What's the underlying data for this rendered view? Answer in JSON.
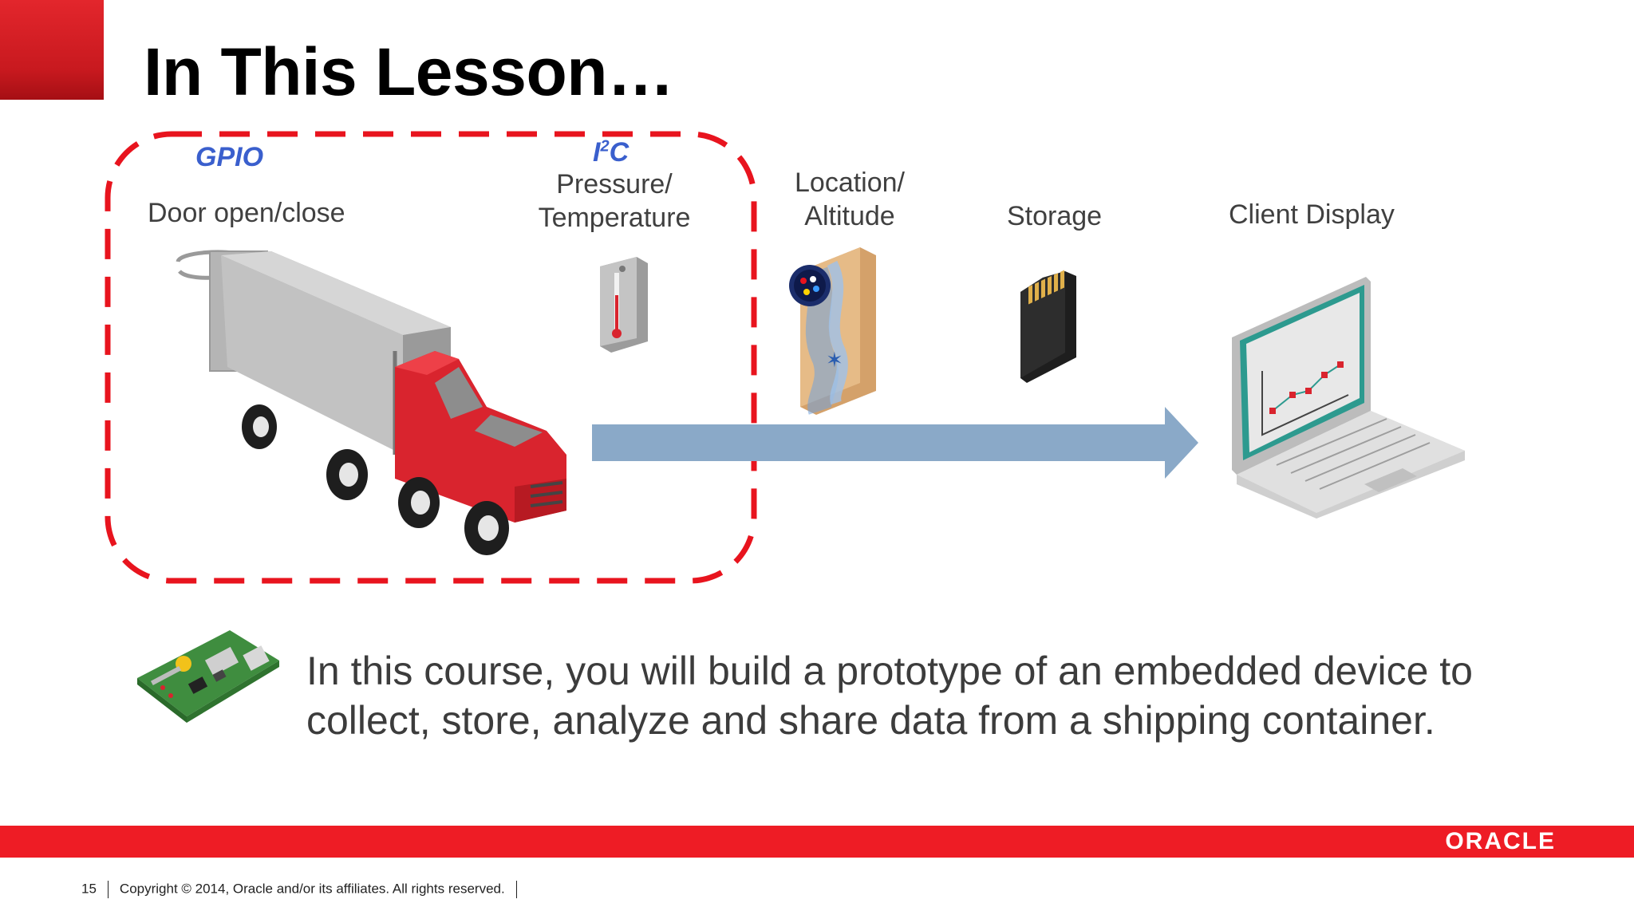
{
  "slide": {
    "title": "In This Lesson…",
    "protocols": {
      "gpio": "GPIO",
      "i2c_main": "I",
      "i2c_sup": "2",
      "i2c_rest": "C"
    },
    "labels": {
      "door": "Door open/close",
      "pressure": "Pressure/",
      "temperature": "Temperature",
      "location": "Location/",
      "altitude": "Altitude",
      "storage": "Storage",
      "client": "Client Display"
    },
    "course_line1": "In this course, you will build a prototype of an embedded device to",
    "course_line2": "collect, store, analyze and share data from a shipping container."
  },
  "footer": {
    "brand": "ORACLE",
    "page_number": "15",
    "copyright": "Copyright © 2014, Oracle and/or its affiliates. All rights reserved."
  },
  "colors": {
    "brand_red": "#ee1c25",
    "protocol_blue": "#3a5fcd",
    "arrow_blue": "#8aa9c8",
    "highlight_dash": "#e8141e"
  },
  "icons": [
    "truck-icon",
    "thermometer-icon",
    "gps-map-icon",
    "sd-card-icon",
    "laptop-icon",
    "raspberry-pi-icon",
    "rotate-arrow-icon"
  ]
}
